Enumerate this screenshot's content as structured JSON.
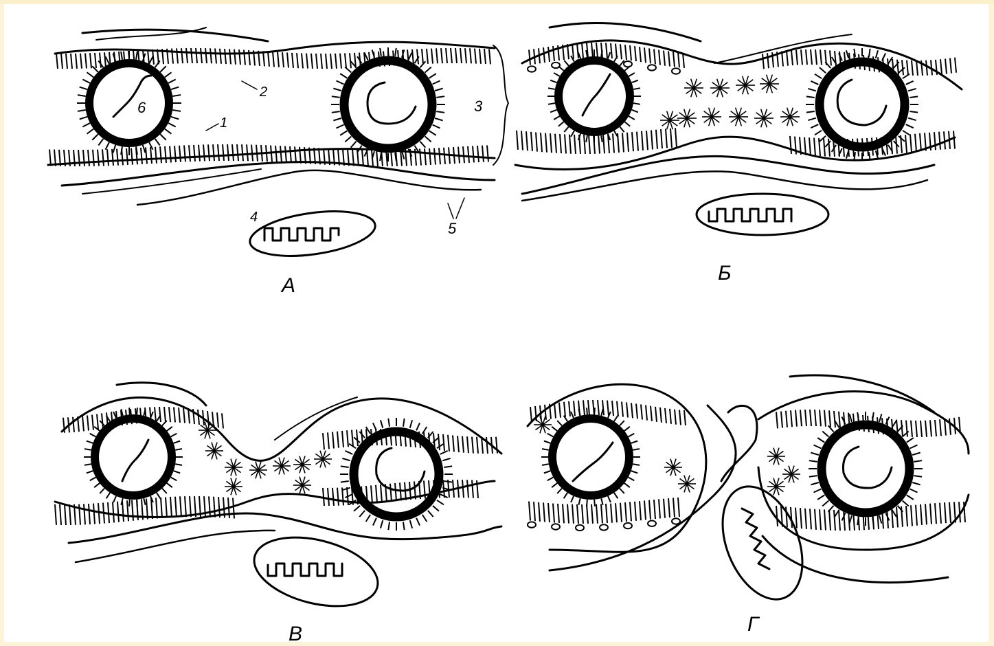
{
  "figure": {
    "panels": [
      {
        "id": "A",
        "caption": "А",
        "labels": [
          "1",
          "2",
          "3",
          "4",
          "5",
          "6"
        ]
      },
      {
        "id": "B",
        "caption": "Б"
      },
      {
        "id": "V",
        "caption": "В"
      },
      {
        "id": "G",
        "caption": "Г"
      }
    ]
  },
  "colors": {
    "background": "#fdf3d6",
    "paper": "#ffffff",
    "ink": "#000000"
  },
  "icons": [
    "nucleus-icon",
    "mitochondrion-icon",
    "collagen-fiber-icon"
  ]
}
